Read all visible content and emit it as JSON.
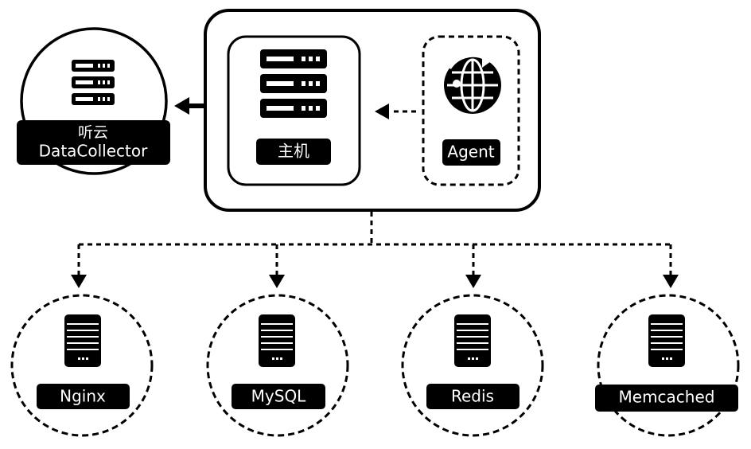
{
  "collector": {
    "line1": "听云",
    "line2": "DataCollector"
  },
  "host": {
    "label": "主机"
  },
  "agent": {
    "label": "Agent"
  },
  "services": [
    {
      "label": "Nginx"
    },
    {
      "label": "MySQL"
    },
    {
      "label": "Redis"
    },
    {
      "label": "Memcached"
    }
  ],
  "colors": {
    "stroke": "#000000",
    "fill_dark": "#000000",
    "background": "#ffffff",
    "text_on_dark": "#ffffff"
  },
  "icons": {
    "collector": "server-rack-icon",
    "host": "server-rack-icon",
    "agent": "globe-network-icon",
    "service": "server-tower-icon"
  }
}
